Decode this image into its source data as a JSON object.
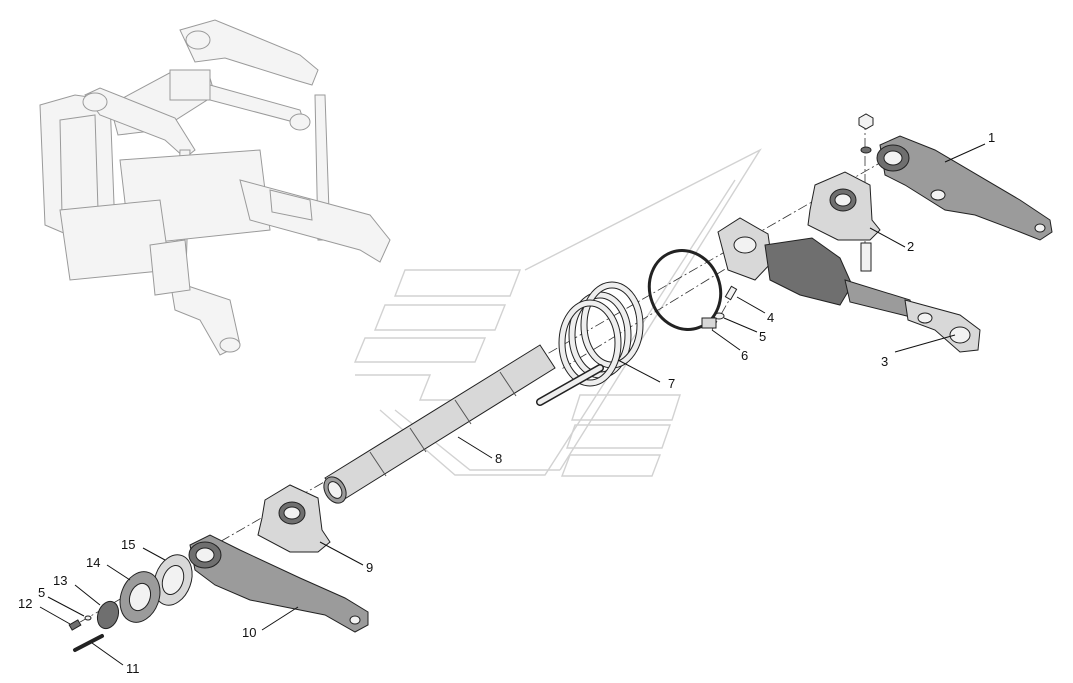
{
  "diagram": {
    "callouts": [
      {
        "id": "c1",
        "text": "1"
      },
      {
        "id": "c2",
        "text": "2"
      },
      {
        "id": "c3",
        "text": "3"
      },
      {
        "id": "c4",
        "text": "4"
      },
      {
        "id": "c5a",
        "text": "5"
      },
      {
        "id": "c6",
        "text": "6"
      },
      {
        "id": "c7",
        "text": "7"
      },
      {
        "id": "c8",
        "text": "8"
      },
      {
        "id": "c9",
        "text": "9"
      },
      {
        "id": "c10",
        "text": "10"
      },
      {
        "id": "c11",
        "text": "11"
      },
      {
        "id": "c12",
        "text": "12"
      },
      {
        "id": "c13",
        "text": "13"
      },
      {
        "id": "c14",
        "text": "14"
      },
      {
        "id": "c15",
        "text": "15"
      },
      {
        "id": "c5b",
        "text": "5"
      }
    ]
  }
}
